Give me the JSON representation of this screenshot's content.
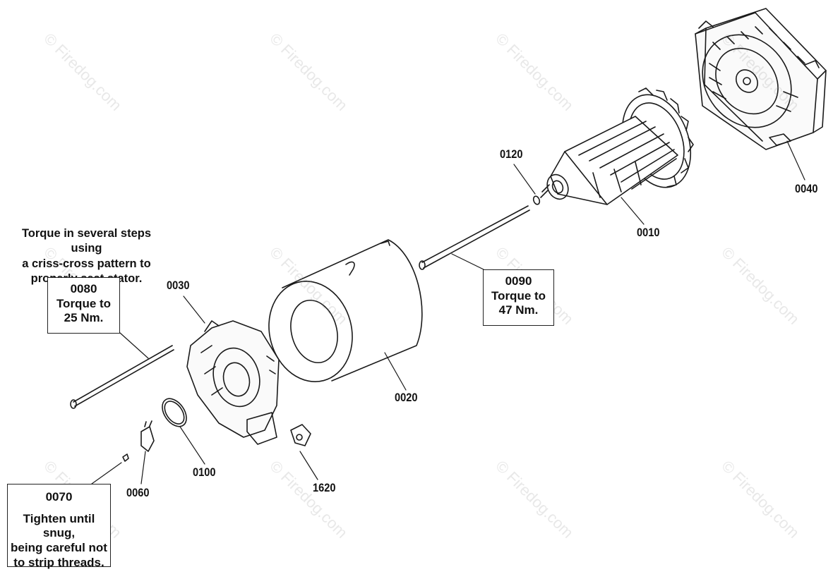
{
  "parts": {
    "p0010": "0010",
    "p0020": "0020",
    "p0030": "0030",
    "p0040": "0040",
    "p0060": "0060",
    "p0100": "0100",
    "p0120": "0120",
    "p1620": "1620"
  },
  "notes": {
    "stator_note": [
      "Torque in several steps using",
      "a criss-cross pattern to",
      "properly seat stator."
    ],
    "bolt_left": [
      "0080",
      "Torque to",
      "25 Nm."
    ],
    "bolt_right": [
      "0090",
      "Torque to",
      "47 Nm."
    ],
    "screw": [
      "0070",
      "Tighten until snug,",
      "being careful not",
      "to strip threads."
    ]
  },
  "watermark": "© Firedog.com"
}
